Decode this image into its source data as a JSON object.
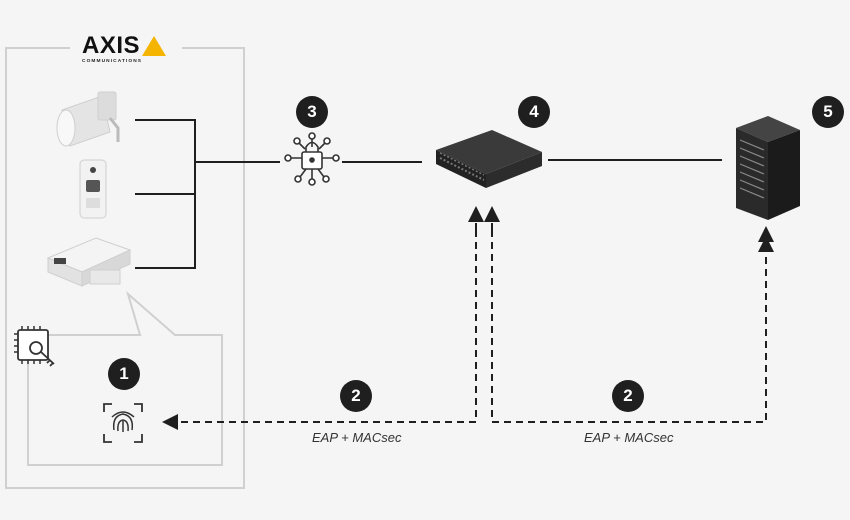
{
  "brand": {
    "name": "AXIS",
    "subtitle": "COMMUNICATIONS",
    "accent_color": "#f4b400"
  },
  "badges": {
    "b1": "1",
    "b2a": "2",
    "b2b": "2",
    "b3": "3",
    "b4": "4",
    "b5": "5"
  },
  "links": {
    "left_label": "EAP + MACsec",
    "right_label": "EAP + MACsec"
  },
  "icons": [
    "horn-speaker-icon",
    "door-station-icon",
    "camera-icon",
    "secure-chip-key-icon",
    "fingerprint-icon",
    "network-lock-icon",
    "network-switch-icon",
    "server-icon"
  ],
  "colors": {
    "line": "#1f1f1f",
    "frame": "#d0d0d0",
    "badge": "#1f1f1f"
  }
}
